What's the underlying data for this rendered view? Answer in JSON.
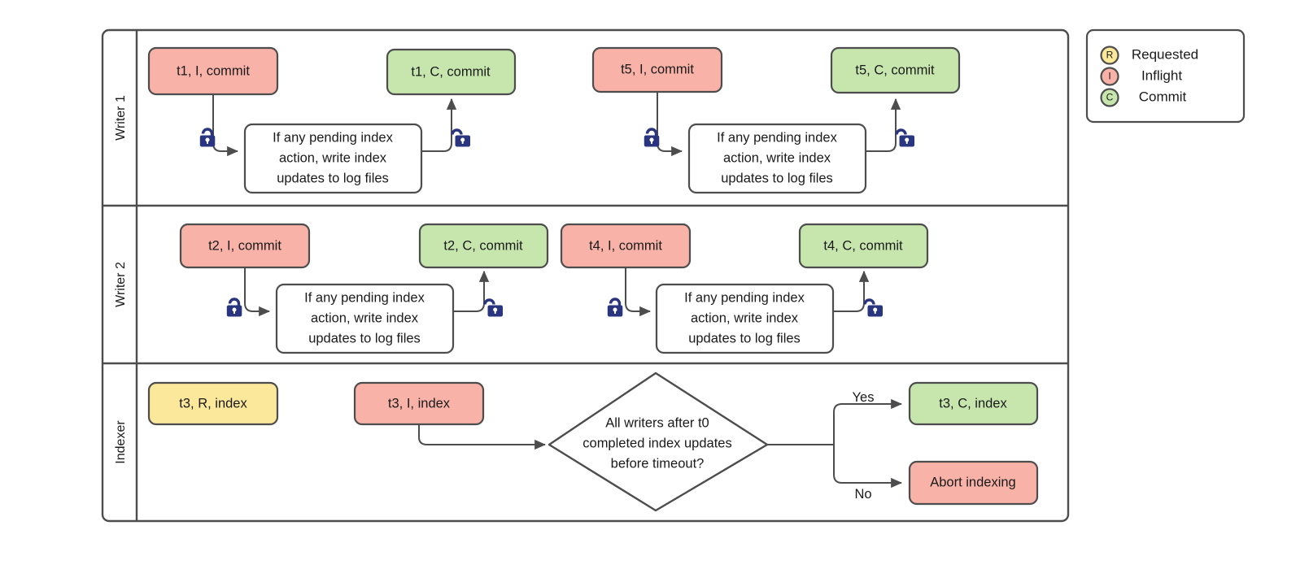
{
  "diagram": {
    "title": "Writer / Indexer swimlane flow",
    "colors": {
      "inflight": "#f8b2a8",
      "commit": "#c7e6ae",
      "requested": "#fbe89a",
      "plain": "#ffffff",
      "stroke": "#4d4d4d",
      "lock": "#2a3580",
      "text": "#1a1a1a"
    },
    "lanes": [
      {
        "id": "writer-1",
        "label": "Writer 1"
      },
      {
        "id": "writer-2",
        "label": "Writer 2"
      },
      {
        "id": "indexer",
        "label": "Indexer"
      }
    ],
    "shared_text": {
      "index_action": "If any pending index\naction, write index\nupdates to log files",
      "index_action_lines": [
        "If any pending index",
        "action, write index",
        "updates to log files"
      ]
    },
    "lane_nodes": {
      "writer-1": [
        {
          "id": "w1-t1-i",
          "label": "t1, I, commit",
          "state": "inflight"
        },
        {
          "id": "w1-t1-action",
          "label": "If any pending index action, write index updates to log files",
          "state": "plain"
        },
        {
          "id": "w1-t1-c",
          "label": "t1, C, commit",
          "state": "commit"
        },
        {
          "id": "w1-t5-i",
          "label": "t5, I, commit",
          "state": "inflight"
        },
        {
          "id": "w1-t5-action",
          "label": "If any pending index action, write index updates to log files",
          "state": "plain"
        },
        {
          "id": "w1-t5-c",
          "label": "t5, C, commit",
          "state": "commit"
        }
      ],
      "writer-2": [
        {
          "id": "w2-t2-i",
          "label": "t2, I, commit",
          "state": "inflight"
        },
        {
          "id": "w2-t2-action",
          "label": "If any pending index action, write index updates to log files",
          "state": "plain"
        },
        {
          "id": "w2-t2-c",
          "label": "t2, C, commit",
          "state": "commit"
        },
        {
          "id": "w2-t4-i",
          "label": "t4, I, commit",
          "state": "inflight"
        },
        {
          "id": "w2-t4-action",
          "label": "If any pending index action, write index updates to log files",
          "state": "plain"
        },
        {
          "id": "w2-t4-c",
          "label": "t4, C, commit",
          "state": "commit"
        }
      ],
      "indexer": [
        {
          "id": "ix-t3-r",
          "label": "t3, R, index",
          "state": "requested"
        },
        {
          "id": "ix-t3-i",
          "label": "t3, I, index",
          "state": "inflight"
        },
        {
          "id": "ix-decision",
          "label": "All writers after t0 completed index updates before timeout?",
          "state": "decision"
        },
        {
          "id": "ix-t3-c",
          "label": "t3, C, index",
          "state": "commit"
        },
        {
          "id": "ix-abort",
          "label": "Abort indexing",
          "state": "inflight"
        }
      ]
    },
    "node_text": {
      "w1_t1_i": "t1, I, commit",
      "w1_t1_c": "t1, C, commit",
      "w1_t5_i": "t5, I, commit",
      "w1_t5_c": "t5, C, commit",
      "w2_t2_i": "t2, I, commit",
      "w2_t2_c": "t2, C, commit",
      "w2_t4_i": "t4, I, commit",
      "w2_t4_c": "t4, C, commit",
      "ix_t3_r": "t3, R, index",
      "ix_t3_i": "t3, I, index",
      "ix_t3_c": "t3, C, index",
      "ix_abort": "Abort indexing"
    },
    "decision": {
      "line1": "All writers after t0",
      "line2": "completed index updates",
      "line3": "before timeout?",
      "yes_label": "Yes",
      "no_label": "No"
    },
    "locks": [
      {
        "id": "w1-t1-lock",
        "kind": "locked"
      },
      {
        "id": "w1-t1-unlock",
        "kind": "unlocked"
      },
      {
        "id": "w1-t5-lock",
        "kind": "locked"
      },
      {
        "id": "w1-t5-unlock",
        "kind": "unlocked"
      },
      {
        "id": "w2-t2-lock",
        "kind": "locked"
      },
      {
        "id": "w2-t2-unlock",
        "kind": "unlocked"
      },
      {
        "id": "w2-t4-lock",
        "kind": "locked"
      },
      {
        "id": "w2-t4-unlock",
        "kind": "unlocked"
      }
    ]
  },
  "legend": {
    "title": "",
    "items": [
      {
        "letter": "R",
        "label": "Requested",
        "color": "#fbe89a"
      },
      {
        "letter": "I",
        "label": "Inflight",
        "color": "#f8b2a8"
      },
      {
        "letter": "C",
        "label": "Commit",
        "color": "#c7e6ae"
      }
    ]
  }
}
